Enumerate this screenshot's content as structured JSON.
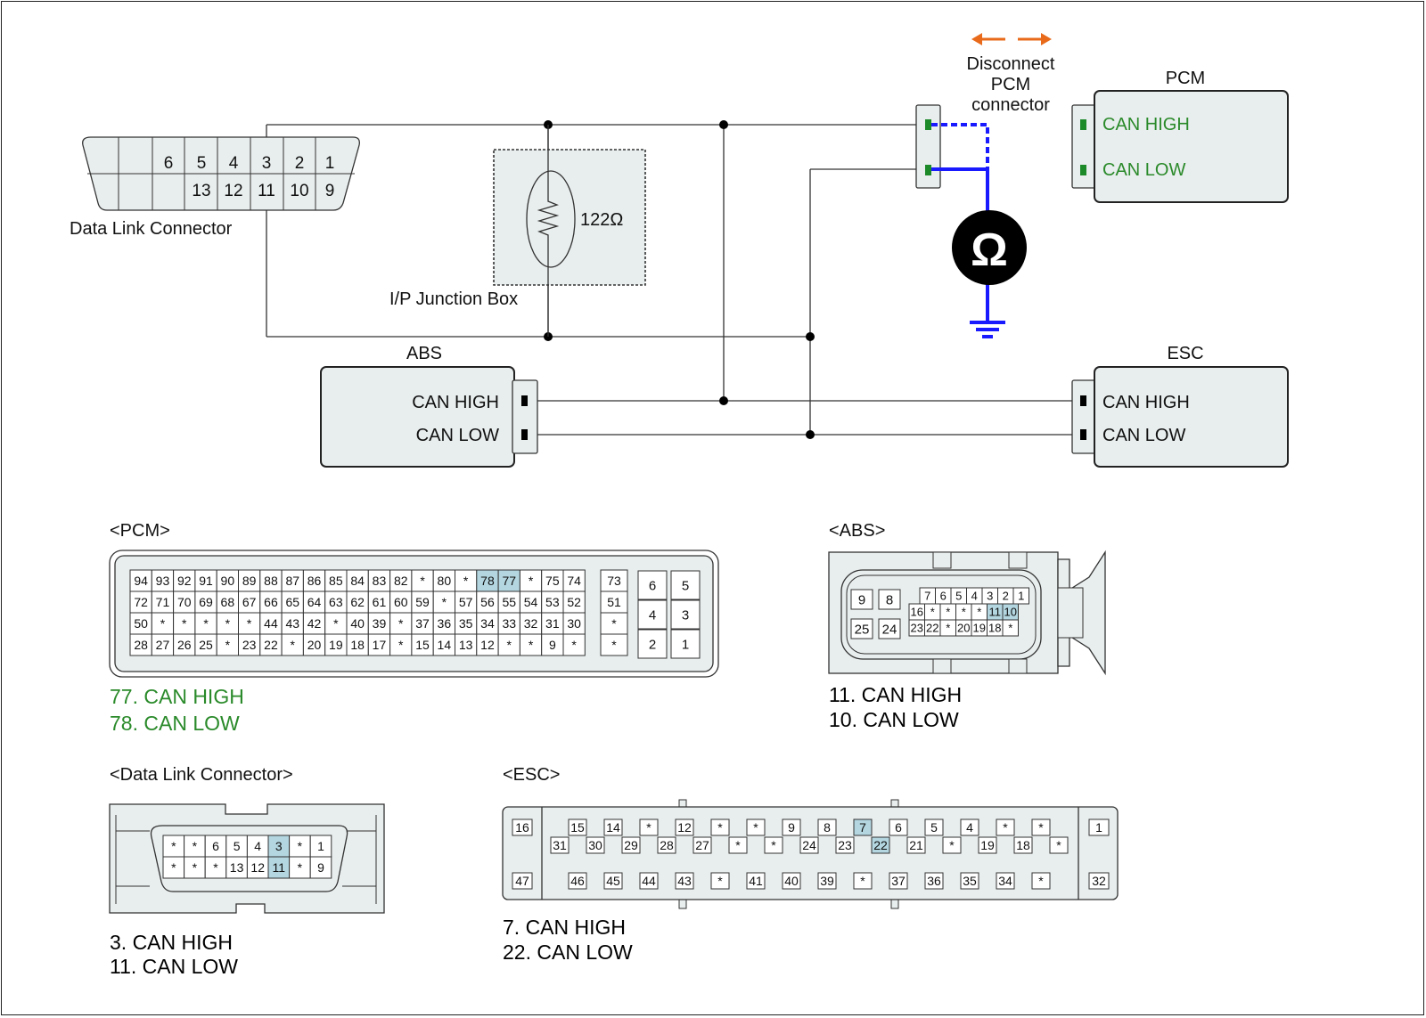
{
  "title": "",
  "colors": {
    "can_signal": "#2a8a2a",
    "probe_wire": "#1a1aff",
    "arrow": "#e86a1a",
    "highlight": "#b3d6e0",
    "box_fill": "#e8eded"
  },
  "diagram": {
    "dlc_label": "Data Link Connector",
    "junction_label": "I/P Junction Box",
    "resistor_value": "122Ω",
    "disconnect_line1": "Disconnect",
    "disconnect_line2": "PCM",
    "disconnect_line3": "connector",
    "meter_symbol": "Ω",
    "pcm_title": "PCM",
    "pcm_high": "CAN HIGH",
    "pcm_low": "CAN LOW",
    "abs_title": "ABS",
    "abs_high": "CAN HIGH",
    "abs_low": "CAN LOW",
    "esc_title": "ESC",
    "esc_high": "CAN HIGH",
    "esc_low": "CAN LOW",
    "dlc_pins_top": [
      "6",
      "5",
      "4",
      "3",
      "2",
      "1"
    ],
    "dlc_pins_bottom": [
      "13",
      "12",
      "11",
      "10",
      "9"
    ]
  },
  "pcm_connector": {
    "title": "<PCM>",
    "rows": [
      [
        "94",
        "93",
        "92",
        "91",
        "90",
        "89",
        "88",
        "87",
        "86",
        "85",
        "84",
        "83",
        "82",
        "*",
        "80",
        "*",
        "78",
        "77",
        "*",
        "75",
        "74",
        "73"
      ],
      [
        "72",
        "71",
        "70",
        "69",
        "68",
        "67",
        "66",
        "65",
        "64",
        "63",
        "62",
        "61",
        "60",
        "59",
        "*",
        "57",
        "56",
        "55",
        "54",
        "53",
        "52",
        "51"
      ],
      [
        "50",
        "*",
        "*",
        "*",
        "*",
        "*",
        "44",
        "43",
        "42",
        "*",
        "40",
        "39",
        "*",
        "37",
        "36",
        "35",
        "34",
        "33",
        "32",
        "31",
        "30",
        "*"
      ],
      [
        "28",
        "27",
        "26",
        "25",
        "*",
        "23",
        "22",
        "*",
        "20",
        "19",
        "18",
        "17",
        "*",
        "15",
        "14",
        "13",
        "12",
        "*",
        "*",
        "9",
        "*",
        "*"
      ]
    ],
    "right_pins": [
      [
        "6",
        "5"
      ],
      [
        "4",
        "3"
      ],
      [
        "2",
        "1"
      ]
    ],
    "highlight": [
      "77",
      "78"
    ],
    "note_high": "77. CAN HIGH",
    "note_low": "78. CAN LOW"
  },
  "abs_connector": {
    "title": "<ABS>",
    "left_pins": [
      [
        "9",
        "8"
      ],
      [
        "25",
        "24"
      ]
    ],
    "rows": [
      [
        "7",
        "6",
        "5",
        "4",
        "3",
        "2",
        "1"
      ],
      [
        "16",
        "*",
        "*",
        "*",
        "*",
        "11",
        "10"
      ],
      [
        "23",
        "22",
        "*",
        "20",
        "19",
        "18",
        "*"
      ]
    ],
    "highlight": [
      "11",
      "10"
    ],
    "note_high": "11. CAN HIGH",
    "note_low": "10. CAN LOW"
  },
  "dlc_connector": {
    "title": "<Data Link Connector>",
    "rows": [
      [
        "*",
        "*",
        "6",
        "5",
        "4",
        "3",
        "*",
        "1"
      ],
      [
        "*",
        "*",
        "*",
        "13",
        "12",
        "11",
        "*",
        "9"
      ]
    ],
    "highlight": [
      "3",
      "11"
    ],
    "note_high": "3. CAN HIGH",
    "note_low": "11. CAN LOW"
  },
  "esc_connector": {
    "title": "<ESC>",
    "end_pins": [
      "16",
      "47",
      "1",
      "32"
    ],
    "row1": [
      "15",
      "14",
      "*",
      "12",
      "*",
      "*",
      "9",
      "8",
      "7",
      "6",
      "5",
      "4",
      "*",
      "*"
    ],
    "row2": [
      "31",
      "30",
      "29",
      "28",
      "27",
      "*",
      "*",
      "24",
      "23",
      "22",
      "21",
      "*",
      "19",
      "18",
      "*"
    ],
    "row3": [
      "46",
      "45",
      "44",
      "43",
      "*",
      "41",
      "40",
      "39",
      "*",
      "37",
      "36",
      "35",
      "34",
      "*"
    ],
    "highlight": [
      "7",
      "22"
    ],
    "note_high": "7. CAN HIGH",
    "note_low": "22. CAN LOW"
  }
}
